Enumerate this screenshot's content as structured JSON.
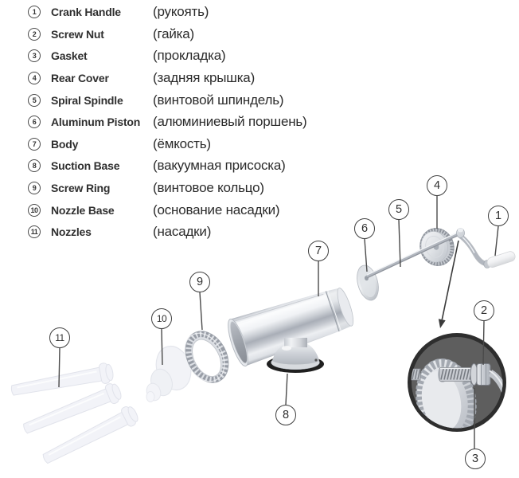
{
  "parts": [
    {
      "num": "1",
      "en": "Crank Handle",
      "ru": "(рукоять)"
    },
    {
      "num": "2",
      "en": "Screw Nut",
      "ru": "(гайка)"
    },
    {
      "num": "3",
      "en": "Gasket",
      "ru": "(прокладка)"
    },
    {
      "num": "4",
      "en": "Rear Cover",
      "ru": "(задняя крышка)"
    },
    {
      "num": "5",
      "en": "Spiral Spindle",
      "ru": "(винтовой шпиндель)"
    },
    {
      "num": "6",
      "en": "Aluminum Piston",
      "ru": "(алюминиевый поршень)"
    },
    {
      "num": "7",
      "en": "Body",
      "ru": "(ёмкость)"
    },
    {
      "num": "8",
      "en": "Suction Base",
      "ru": "(вакуумная присоска)"
    },
    {
      "num": "9",
      "en": "Screw Ring",
      "ru": "(винтовое кольцо)"
    },
    {
      "num": "10",
      "en": "Nozzle Base",
      "ru": "(основание насадки)"
    },
    {
      "num": "11",
      "en": "Nozzles",
      "ru": "(насадки)"
    }
  ],
  "colors": {
    "background": "#ffffff",
    "text": "#2f2f2f",
    "callout_border": "#3f3f3f",
    "leader_line": "#4a4a4a",
    "inset_background": "#5e5e5e",
    "inset_border": "#2e2e2e",
    "chrome_highlight": "#fbfcfd",
    "chrome_mid": "#c9cdd3",
    "chrome_shadow": "#a5aab2",
    "rubber_ring": "#1f1f1f",
    "plastic_translucent": "#f2f3f8"
  }
}
